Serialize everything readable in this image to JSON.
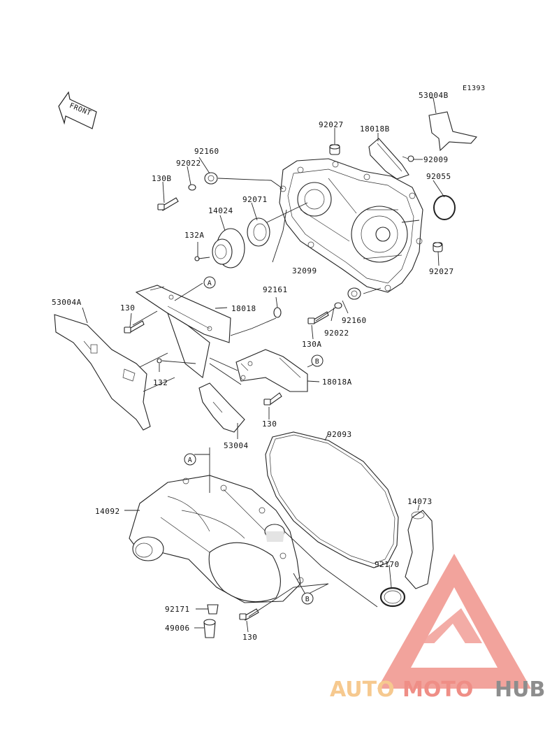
{
  "diagram_code": "E1393",
  "front_label": "FRONT",
  "watermark": {
    "word1": "AUTO",
    "word2": "MOTO",
    "word3": "HUB",
    "color_light": "#f6c98f",
    "color_main": "#ef8e86",
    "color_dark": "#8d8d8d"
  },
  "callouts": {
    "A": "A",
    "B": "B"
  },
  "parts": {
    "p53004B": "53004B",
    "p18018B": "18018B",
    "p92027_top": "92027",
    "p92009": "92009",
    "p92055": "92055",
    "p92160_top": "92160",
    "p92022_top": "92022",
    "p130B": "130B",
    "p92071": "92071",
    "p14024": "14024",
    "p132A": "132A",
    "p32099": "32099",
    "p92027_bottom": "92027",
    "p92161": "92161",
    "p53004A": "53004A",
    "p130_left": "130",
    "p18018": "18018",
    "p92160_bottom": "92160",
    "p92022_bottom": "92022",
    "p130A": "130A",
    "p132": "132",
    "p18018A": "18018A",
    "p130_mid": "130",
    "p53004": "53004",
    "p92093": "92093",
    "p14092": "14092",
    "p14073": "14073",
    "p92170": "92170",
    "p92171": "92171",
    "p49006": "49006",
    "p130_bottom": "130"
  }
}
